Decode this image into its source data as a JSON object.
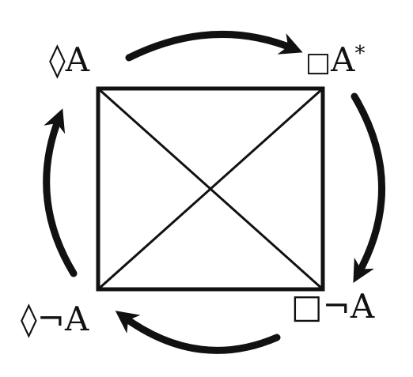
{
  "labels": {
    "top_left": "◊A",
    "top_right_box": "□",
    "top_right_letter": "A",
    "top_right_star": "*",
    "bottom_left": "◊¬A",
    "bottom_right": "□¬A"
  },
  "colors": {
    "ink": "#111111",
    "background": "#ffffff"
  }
}
